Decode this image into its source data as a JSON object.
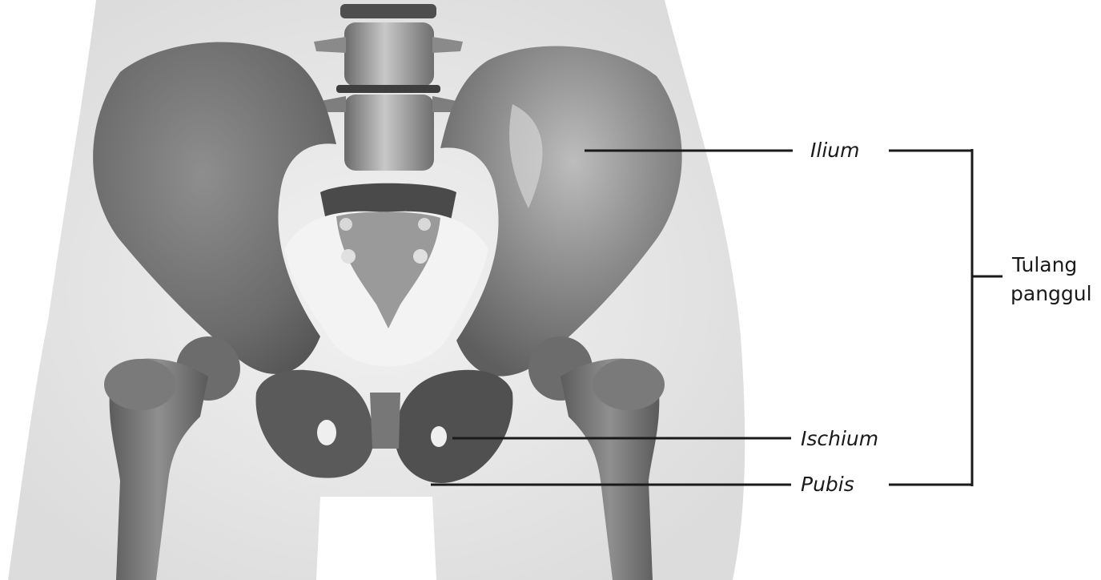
{
  "labels": {
    "ilium": "Ilium",
    "ischium": "Ischium",
    "pubis": "Pubis",
    "group_line1": "Tulang",
    "group_line2": "panggul"
  },
  "colors": {
    "background": "#ffffff",
    "silhouette": "#e6e6e6",
    "bone_dark": "#6a6a6a",
    "bone_mid": "#8a8a8a",
    "bone_light": "#b8b8b8",
    "leader_line": "#1a1a1a"
  }
}
